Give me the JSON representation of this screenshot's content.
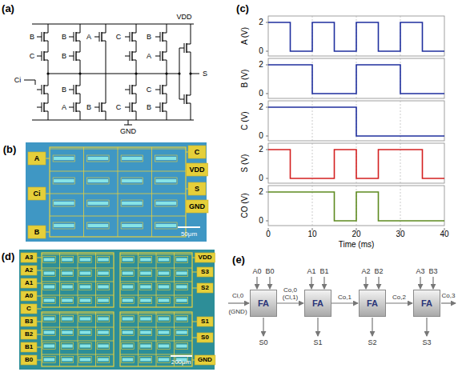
{
  "diagram": {
    "nodes": [
      {
        "text": [
          "FA"
        ]
      },
      {
        "text": [
          "FA"
        ]
      },
      {
        "text": [
          "FA"
        ]
      },
      {
        "text": [
          "FA"
        ]
      }
    ],
    "edges": [
      {
        "from": 0,
        "to": 1,
        "arrow": "to",
        "label": "Co,0 (Ci,1)"
      },
      {
        "from": 1,
        "to": 2,
        "arrow": "to",
        "label": "Co,1"
      },
      {
        "from": 2,
        "to": 3,
        "arrow": "to",
        "label": "Co,2"
      }
    ],
    "labels": [
      "(a)",
      "B",
      "C",
      "B",
      "VDD",
      "A",
      "C",
      "B",
      "B",
      "A",
      "Ci",
      "B",
      "C",
      "S",
      "A",
      "B",
      "C",
      "B",
      "GND",
      "(b)",
      "A",
      "Ci",
      "B",
      "C",
      "VDD",
      "S",
      "GND",
      "50μm",
      "(c)",
      "A (V)",
      "B (V)",
      "C (V)",
      "S (V)",
      "CO (V)",
      "2",
      "0",
      "2",
      "0",
      "2",
      "0",
      "2",
      "0",
      "2",
      "0",
      "0",
      "10",
      "20",
      "30",
      "40",
      "Time (ms)",
      "(d)",
      "A3",
      "A2",
      "A1",
      "A0",
      "C",
      "B3",
      "B2",
      "B1",
      "B0",
      "VDD",
      "S3",
      "S2",
      "S1",
      "S0",
      "GND",
      "200μm",
      "(e)",
      "A0",
      "B0",
      "A1",
      "B1",
      "A2",
      "B2",
      "A3",
      "B3",
      "Ci,0",
      "(GND)",
      "S0",
      "S1",
      "S2",
      "S3",
      "Co,3"
    ]
  }
}
